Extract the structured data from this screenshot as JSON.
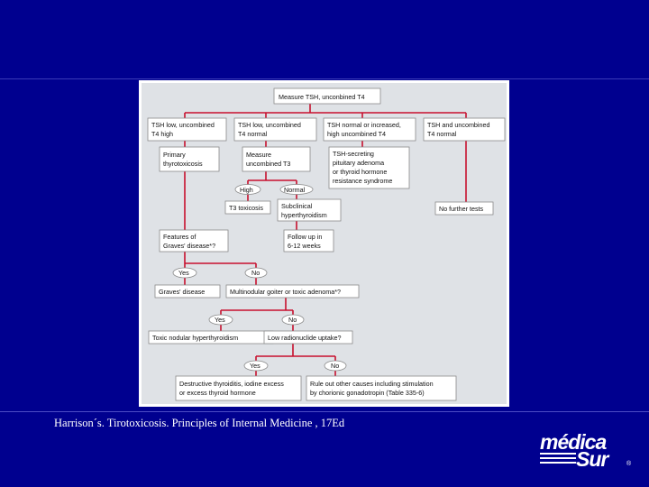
{
  "caption": "Harrison´s. Tirotoxicosis. Principles of Internal Medicine , 17Ed",
  "logo": {
    "top": "médica",
    "bottom": "Sur",
    "reg": "®"
  },
  "diagram": {
    "root": "Measure TSH, unconbined T4",
    "case_a_1": "TSH low, uncombined",
    "case_a_2": "T4 high",
    "case_b_1": "TSH low, uncombined",
    "case_b_2": "T4 normal",
    "case_c_1": "TSH normal or increased,",
    "case_c_2": "high uncombined T4",
    "case_d_1": "TSH and uncombined",
    "case_d_2": "T4 normal",
    "primary_1": "Primary",
    "primary_2": "thyrotoxicosis",
    "measure_t3_1": "Measure",
    "measure_t3_2": "uncombined T3",
    "tsh_secreting_1": "TSH-secreting",
    "tsh_secreting_2": "pituitary adenoma",
    "tsh_secreting_3": "or thyroid hormone",
    "tsh_secreting_4": "resistance syndrome",
    "high": "High",
    "normal": "Normal",
    "t3_toxicosis": "T3 toxicosis",
    "subclinical_1": "Subclinical",
    "subclinical_2": "hyperthyroidism",
    "no_further": "No further tests",
    "graves_features_1": "Features of",
    "graves_features_2": "Graves' disease*?",
    "follow_up_1": "Follow up in",
    "follow_up_2": "6-12 weeks",
    "yes": "Yes",
    "no": "No",
    "graves_disease": "Graves' disease",
    "multinodular": "Multinodular goiter or toxic adenoma*?",
    "toxic_nodular": "Toxic nodular hyperthyroidism",
    "low_uptake": "Low radionuclide uptake?",
    "destructive_1": "Destructive thyroiditis, iodine excess",
    "destructive_2": "or excess thyroid hormone",
    "rule_out_1": "Rule out other causes including stimulation",
    "rule_out_2": "by chorionic gonadotropin (Table 335-6)"
  }
}
